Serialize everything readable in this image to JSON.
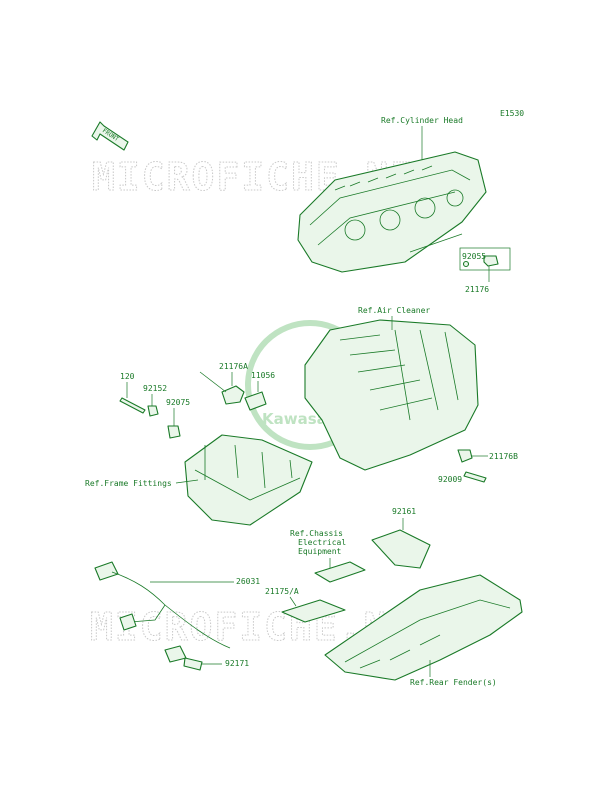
{
  "diagram_code": "E1530",
  "front_arrow_text": "FRONT",
  "watermark_text": "MICROFICHE.NET",
  "logo_text": "Kawasaki",
  "colors": {
    "line": "#1a7a28",
    "fill": "#eaf6ea",
    "watermark": "#c9c9c9",
    "logo": "#bfe3c2"
  },
  "refs": {
    "cylinder_head": "Ref.Cylinder Head",
    "air_cleaner": "Ref.Air Cleaner",
    "frame_fittings": "Ref.Frame Fittings",
    "chassis_line1": "Ref.Chassis",
    "chassis_line2": "Electrical",
    "chassis_line3": "Equipment",
    "rear_fender": "Ref.Rear Fender(s)"
  },
  "parts": {
    "p92055": "92055",
    "p21176": "21176",
    "p120": "120",
    "p92152": "92152",
    "p92075": "92075",
    "p21176A": "21176A",
    "p11056": "11056",
    "p21176B": "21176B",
    "p92009": "92009",
    "p92161": "92161",
    "p21175A": "21175/A",
    "p26031": "26031",
    "p92171": "92171"
  }
}
